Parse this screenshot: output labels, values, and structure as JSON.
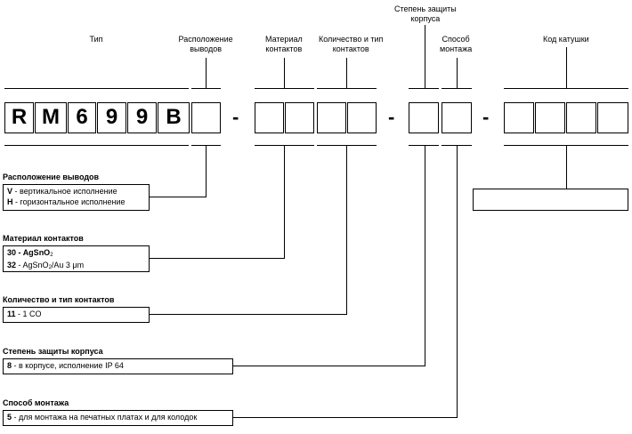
{
  "headers": {
    "type": "Тип",
    "terminals": "Расположение\nвыводов",
    "contact_material": "Материал\nконтактов",
    "contacts_qty_type": "Количество и тип\nконтактов",
    "protection": "Степень защиты\nкорпуса",
    "mounting": "Способ\nмонтажа",
    "coil_code": "Код катушки"
  },
  "code_boxes": [
    "R",
    "M",
    "6",
    "9",
    "9",
    "B"
  ],
  "separators": [
    "-",
    "-",
    "-"
  ],
  "sections": {
    "terminals": {
      "title": "Расположение выводов",
      "items": [
        {
          "code": "V",
          "text": " - вертикальное исполнение"
        },
        {
          "code": "H",
          "text": " - горизонтальное исполнение"
        }
      ]
    },
    "contact_material": {
      "title": "Материал контактов",
      "items": [
        {
          "code": "30",
          "sep": " - ",
          "text_bold": "AgSnO",
          "sub": "2"
        },
        {
          "code": "32",
          "sep": " - ",
          "text": "AgSnO",
          "sub": "2",
          "text2": "/Au 3 μm"
        }
      ]
    },
    "contacts_qty_type": {
      "title": "Количество и тип контактов",
      "items": [
        {
          "code": "11",
          "text": " - 1 CO"
        }
      ]
    },
    "protection": {
      "title": "Степень защиты корпуса",
      "items": [
        {
          "code": "8",
          "text": " - в корпусе, исполнение IP 64"
        }
      ]
    },
    "mounting": {
      "title": "Способ монтажа",
      "items": [
        {
          "code": "5",
          "text": " - для монтажа на печатных платах и для колодок"
        }
      ]
    }
  }
}
